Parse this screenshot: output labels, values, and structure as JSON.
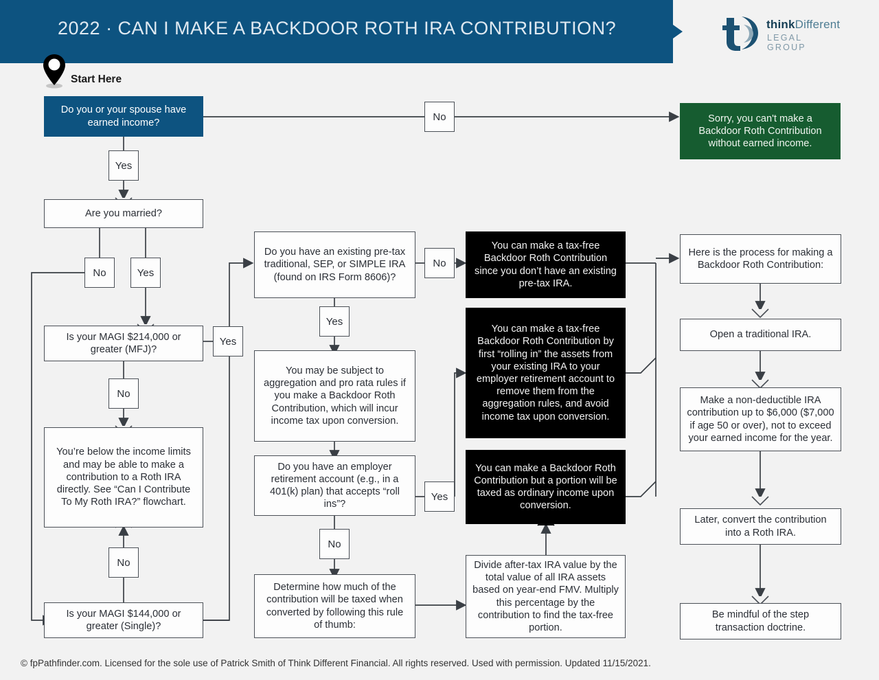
{
  "header": {
    "title": "2022 · CAN I MAKE A BACKDOOR ROTH IRA CONTRIBUTION?",
    "brand_bold": "think",
    "brand_light": "Different",
    "brand_sub": "LEGAL GROUP",
    "bar_color": "#0d5380"
  },
  "start": {
    "label": "Start Here",
    "icon": "map-pin-icon"
  },
  "colors": {
    "blue": "#0d5380",
    "green": "#165c30",
    "black": "#000000",
    "background": "#f2f2f2",
    "border": "#4a4f56"
  },
  "nodes": {
    "earned_income": "Do you or your spouse have earned income?",
    "no_earned_income_result": "Sorry, you can't make a Backdoor Roth Contribution without earned income.",
    "married": "Are you married?",
    "magi_mfj": "Is your MAGI $214,000 or greater (MFJ)?",
    "below_limits": "You’re below the income limits and may be able to make a contribution to a Roth IRA directly. See “Can I Contribute To My Roth IRA?” flowchart.",
    "magi_single": "Is your MAGI $144,000 or greater (Single)?",
    "existing_pretax_ira": "Do you have an existing pre-tax traditional, SEP, or SIMPLE IRA (found on IRS Form 8606)?",
    "aggregation_rules": "You may be subject to aggregation and pro rata rules if you make a Backdoor Roth Contribution, which will incur income tax upon conversion.",
    "employer_plan_rollins": "Do you have an employer retirement account (e.g., in a 401(k) plan) that accepts “roll ins”?",
    "rule_of_thumb": "Determine how much of the contribution will be taxed when converted by following this rule of thumb:",
    "taxfree_no_pretax": "You can make a tax-free Backdoor Roth Contribution since you don’t have an existing pre-tax IRA.",
    "taxfree_roll_in": "You can make a tax-free Backdoor Roth Contribution by first “rolling in” the assets from your existing IRA to your employer retirement account to remove them from the aggregation rules, and avoid income tax upon conversion.",
    "partial_taxed": "You can make a Backdoor Roth Contribution but a portion will be taxed as ordinary income upon conversion.",
    "pro_rata_math": "Divide after-tax IRA value by the total value of all IRA assets based on year-end FMV. Multiply this percentage by the contribution to find the tax-free portion.",
    "process_intro": "Here is the process for making a Backdoor Roth Contribution:",
    "open_traditional": "Open a traditional IRA.",
    "nondeductible": "Make a non-deductible IRA contribution up to $6,000 ($7,000 if age 50 or over), not to exceed your earned income for the year.",
    "convert_later": "Later, convert the contribution into a Roth IRA.",
    "step_doctrine": "Be mindful of the step transaction doctrine."
  },
  "labels": {
    "earned_income_no": "No",
    "earned_income_yes": "Yes",
    "married_no": "No",
    "married_yes": "Yes",
    "magi_mfj_yes": "Yes",
    "magi_mfj_no": "No",
    "below_limits_no": "No",
    "existing_ira_no": "No",
    "existing_ira_yes": "Yes",
    "employer_yes": "Yes",
    "employer_no": "No"
  },
  "footer": {
    "text": "© fpPathfinder.com. Licensed for the sole use of Patrick Smith of Think Different Financial. All rights reserved. Used with permission. Updated 11/15/2021."
  }
}
